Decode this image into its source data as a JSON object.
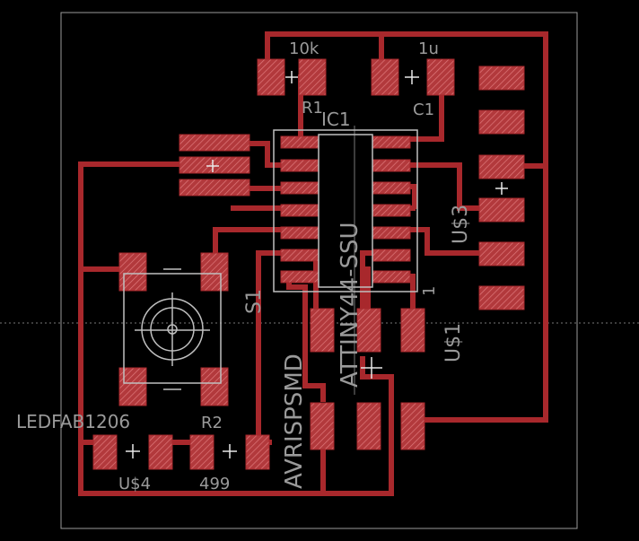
{
  "colors": {
    "background": "#000000",
    "trace": "#a8282c",
    "pad": "#a8282c",
    "outline": "#9a9a9a",
    "silkscreen": "#bfbfbf",
    "crosshair": "#777777"
  },
  "labels": {
    "r1_value": "10k",
    "r1_name": "R1",
    "c1_value": "1u",
    "c1_name": "C1",
    "ic1_name": "IC1",
    "ic1_part": "ATTINY44-SSU",
    "us3_name": "U$3",
    "us1_name": "U$1",
    "us1_pin": "1",
    "s1_name": "S1",
    "avrispsmd": "AVRISPSMD",
    "ledfab": "LEDFAB1206",
    "r2_name": "R2",
    "us4_name": "U$4",
    "r2_value": "499"
  }
}
